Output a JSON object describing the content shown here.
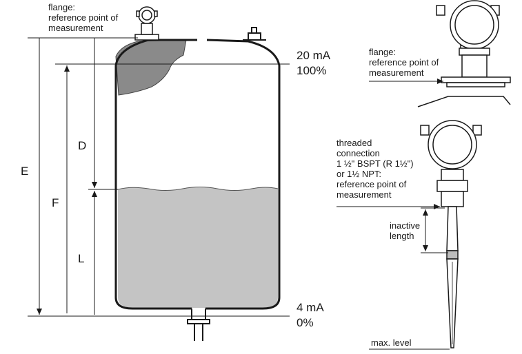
{
  "left": {
    "flange_label": [
      "flange:",
      "reference point of",
      "measurement"
    ],
    "signal_top": [
      "20 mA",
      "100%"
    ],
    "signal_bottom": [
      "4 mA",
      "0%"
    ],
    "dimensions": {
      "E": "E",
      "F": "F",
      "D": "D",
      "L": "L"
    }
  },
  "right_top": {
    "flange_label": [
      "flange:",
      "reference point of",
      "measurement"
    ]
  },
  "right_bottom": {
    "threaded_label": [
      "threaded",
      "connection",
      "1 ½\" BSPT (R 1½\")",
      "or 1½ NPT:",
      "reference point of",
      "measurement"
    ],
    "inactive_label": [
      "inactive",
      "length"
    ],
    "max_level_label": "max. level"
  },
  "colors": {
    "stroke": "#1a1a1a",
    "liquid": "#c4c4c4",
    "solid_buildup": "#8a8a8a",
    "background": "#ffffff"
  }
}
